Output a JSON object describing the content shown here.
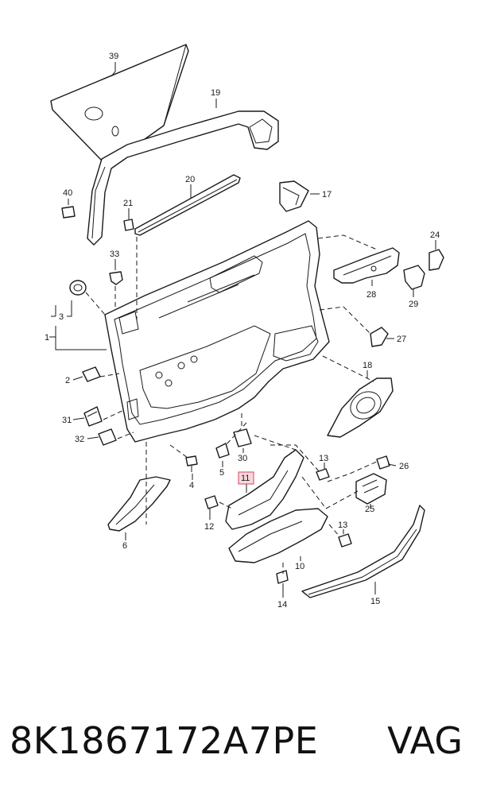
{
  "callouts": {
    "c39": "39",
    "c19": "19",
    "c40": "40",
    "c21": "21",
    "c20": "20",
    "c17": "17",
    "c24": "24",
    "c33": "33",
    "c28": "28",
    "c29": "29",
    "c3": "3",
    "c1": "1",
    "c27": "27",
    "c18": "18",
    "c2": "2",
    "c31": "31",
    "c32": "32",
    "c5": "5",
    "c30": "30",
    "c4": "4",
    "c13a": "13",
    "c26": "26",
    "c11": "11",
    "c25": "25",
    "c12": "12",
    "c13b": "13",
    "c6": "6",
    "c10": "10",
    "c14": "14",
    "c15": "15"
  },
  "highlighted_callout": "11",
  "colors": {
    "highlight_fill": "#f8d7dc",
    "highlight_stroke": "#d04a5e",
    "line": "#1a1a1a"
  },
  "footer": {
    "part_number": "8K1867172A7PE",
    "brand": "VAG"
  }
}
